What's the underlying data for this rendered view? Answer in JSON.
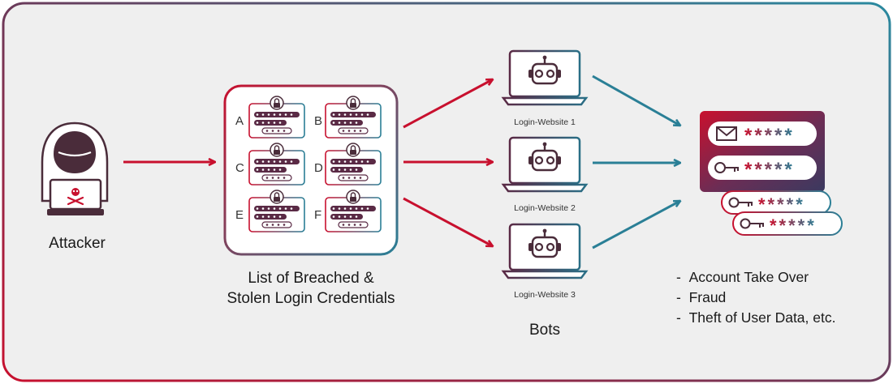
{
  "attacker": {
    "label": "Attacker"
  },
  "credentials_list": {
    "title_line1": "List of Breached &",
    "title_line2": "Stolen Login Credentials",
    "entries": [
      "A",
      "B",
      "C",
      "D",
      "E",
      "F"
    ]
  },
  "bots": {
    "label": "Bots",
    "websites": [
      "Login-Website 1",
      "Login-Website 2",
      "Login-Website 3"
    ]
  },
  "outcomes": {
    "items": [
      "Account Take Over",
      "Fraud",
      "Theft of User Data, etc."
    ]
  },
  "masked_password": "*****",
  "colors": {
    "red": "#c8102e",
    "teal": "#2a7f96",
    "dark": "#4a2c3a",
    "background": "#efefef"
  }
}
